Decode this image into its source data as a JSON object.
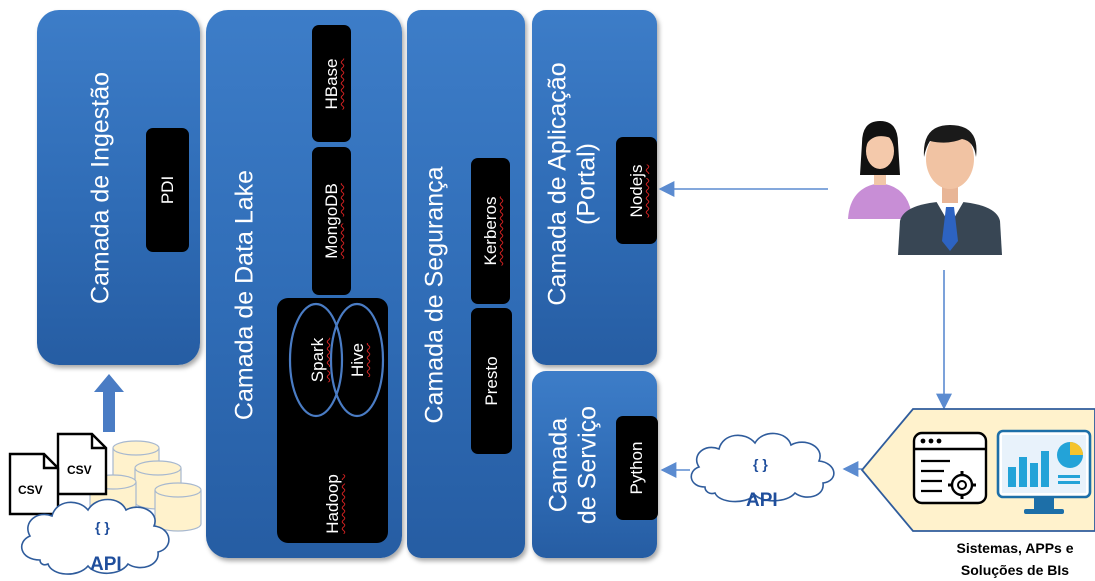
{
  "layers": {
    "ingestao": "Camada de Ingestão",
    "data_lake": "Camada de Data Lake",
    "seguranca": "Camada de Segurança",
    "aplicacao": [
      "Camada de Aplicação",
      "(Portal)"
    ],
    "servico": [
      "Camada",
      "de Serviço"
    ]
  },
  "tools": {
    "pdi": "PDI",
    "hbase": "HBase",
    "mongodb": "MongoDB",
    "spark": "Spark",
    "hive": "Hive",
    "hadoop": "Hadoop",
    "kerberos": "Kerberos",
    "presto": "Presto",
    "nodejs": "Nodejs",
    "python": "Python"
  },
  "sources": {
    "csv_1": "CSV",
    "csv_2": "CSV",
    "api_braces": "{ }",
    "api_label": "API"
  },
  "service_api": {
    "braces": "{ }",
    "label": "API"
  },
  "systems_caption": [
    "Sistemas, APPs e",
    "Soluções de BIs"
  ],
  "colors": {
    "layer_blue": "#2f6cb6",
    "tool_black": "#000000",
    "arrow_blue": "#5b8bd0",
    "api_label_blue": "#1f4e9c",
    "systems_panel": "#fff2cc"
  }
}
